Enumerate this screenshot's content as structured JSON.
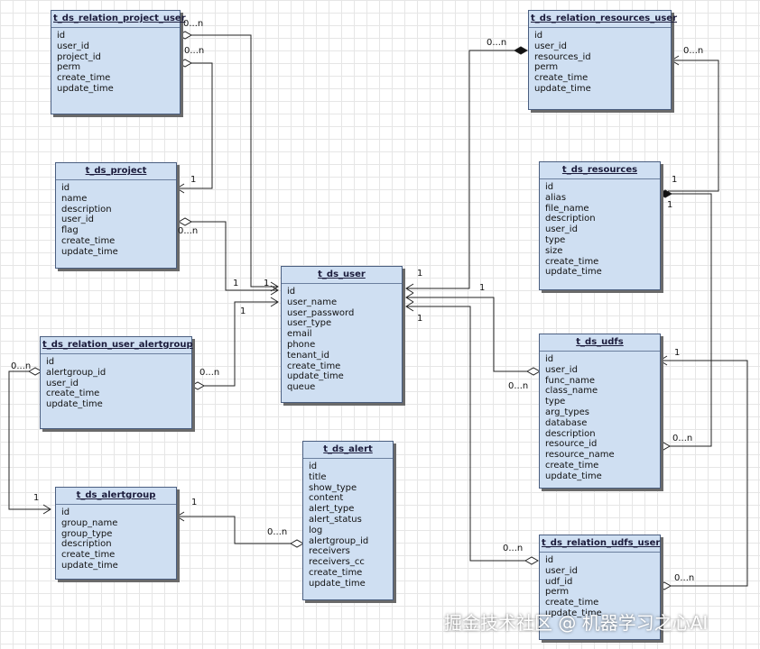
{
  "entities": [
    {
      "key": "relation_project_user",
      "name": "t_ds_relation_project_user",
      "fields": [
        "id",
        "user_id",
        "project_id",
        "perm",
        "create_time",
        "update_time"
      ]
    },
    {
      "key": "project",
      "name": "t_ds_project",
      "fields": [
        "id",
        "name",
        "description",
        "user_id",
        "flag",
        "create_time",
        "update_time"
      ]
    },
    {
      "key": "user",
      "name": "t_ds_user",
      "fields": [
        "id",
        "user_name",
        "user_password",
        "user_type",
        "email",
        "phone",
        "tenant_id",
        "create_time",
        "update_time",
        "queue"
      ]
    },
    {
      "key": "relation_user_alertgroup",
      "name": "t_ds_relation_user_alertgroup",
      "fields": [
        "id",
        "alertgroup_id",
        "user_id",
        "create_time",
        "update_time"
      ]
    },
    {
      "key": "alertgroup",
      "name": "t_ds_alertgroup",
      "fields": [
        "id",
        "group_name",
        "group_type",
        "description",
        "create_time",
        "update_time"
      ]
    },
    {
      "key": "alert",
      "name": "t_ds_alert",
      "fields": [
        "id",
        "title",
        "show_type",
        "content",
        "alert_type",
        "alert_status",
        "log",
        "alertgroup_id",
        "receivers",
        "receivers_cc",
        "create_time",
        "update_time"
      ]
    },
    {
      "key": "relation_resources_user",
      "name": "t_ds_relation_resources_user",
      "fields": [
        "id",
        "user_id",
        "resources_id",
        "perm",
        "create_time",
        "update_time"
      ]
    },
    {
      "key": "resources",
      "name": "t_ds_resources",
      "fields": [
        "id",
        "alias",
        "file_name",
        "description",
        "user_id",
        "type",
        "size",
        "create_time",
        "update_time"
      ]
    },
    {
      "key": "udfs",
      "name": "t_ds_udfs",
      "fields": [
        "id",
        "user_id",
        "func_name",
        "class_name",
        "type",
        "arg_types",
        "database",
        "description",
        "resource_id",
        "resource_name",
        "create_time",
        "update_time"
      ]
    },
    {
      "key": "relation_udfs_user",
      "name": "t_ds_relation_udfs_user",
      "fields": [
        "id",
        "user_id",
        "udf_id",
        "perm",
        "create_time",
        "update_time"
      ]
    }
  ],
  "multiplicities": [
    "0...n",
    "0...n",
    "1",
    "0...n",
    "1",
    "1",
    "1",
    "0...n",
    "1",
    "0...n",
    "1",
    "0...n",
    "1",
    "1",
    "0...n",
    "1",
    "0...n",
    "1",
    "0...n",
    "1",
    "0...n"
  ],
  "watermark": "掘金技术社区 @ 机器学习之心AI",
  "colors": {
    "entity_fill": "#cfdff2",
    "entity_border": "#4a5e80",
    "line": "#222222"
  }
}
